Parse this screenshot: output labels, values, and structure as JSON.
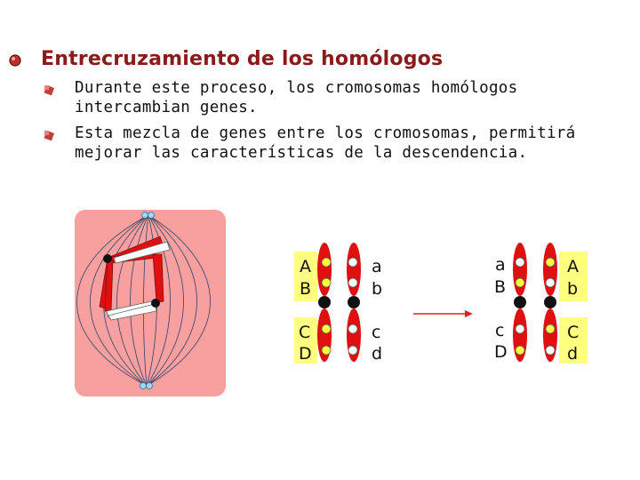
{
  "title": "Entrecruzamiento de los homólogos",
  "bullets": [
    "Durante este proceso, los cromosomas homólogos intercambian genes.",
    "Esta mezcla de genes entre los cromosomas, permitirá mejorar las características de la descendencia."
  ],
  "bullet_lines": [
    [
      "Durante este proceso, los cromosomas homólogos",
      "intercambian genes."
    ],
    [
      "Esta mezcla de genes entre los cromosomas, permitirá",
      "mejorar las características de la descendencia."
    ]
  ],
  "before": {
    "chromosome_1": {
      "top": "A",
      "top2": "B",
      "bottom": "C",
      "bottom2": "D"
    },
    "chromosome_2": {
      "top": "a",
      "top2": "b",
      "bottom": "c",
      "bottom2": "d"
    }
  },
  "after": {
    "chromosome_1": {
      "top": "a",
      "top2": "B",
      "bottom": "c",
      "bottom2": "D"
    },
    "chromosome_2": {
      "top": "A",
      "top2": "b",
      "bottom": "C",
      "bottom2": "d"
    }
  },
  "colors": {
    "title": "#8b1a1a",
    "chromosome": "#e01010",
    "highlight": "#ffff80",
    "cell_bg": "#f8a0a0",
    "arrow": "#e02020"
  }
}
